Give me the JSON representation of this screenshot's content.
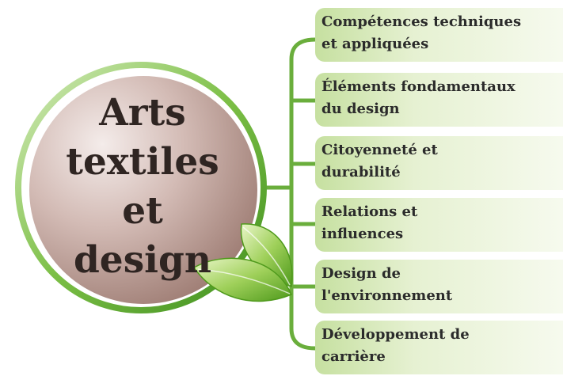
{
  "center": {
    "lines": [
      "Arts",
      "textiles",
      "et",
      "design"
    ]
  },
  "branches": [
    {
      "line1": "Compétences techniques",
      "line2": "et appliquées"
    },
    {
      "line1": "Éléments fondamentaux",
      "line2": "du design"
    },
    {
      "line1": "Citoyenneté et",
      "line2": "durabilité"
    },
    {
      "line1": "Relations et",
      "line2": "influences"
    },
    {
      "line1": "Design de",
      "line2": "l'environnement"
    },
    {
      "line1": "Développement de",
      "line2": "carrière"
    }
  ],
  "colors": {
    "connector": "#6aae3c",
    "circle_fill": "#bb9a92",
    "ring": "#5cab2e",
    "text": "#2f2522",
    "branch_bg": "#c6e0a0"
  },
  "icons": {
    "center_decoration": "leaves-icon"
  }
}
